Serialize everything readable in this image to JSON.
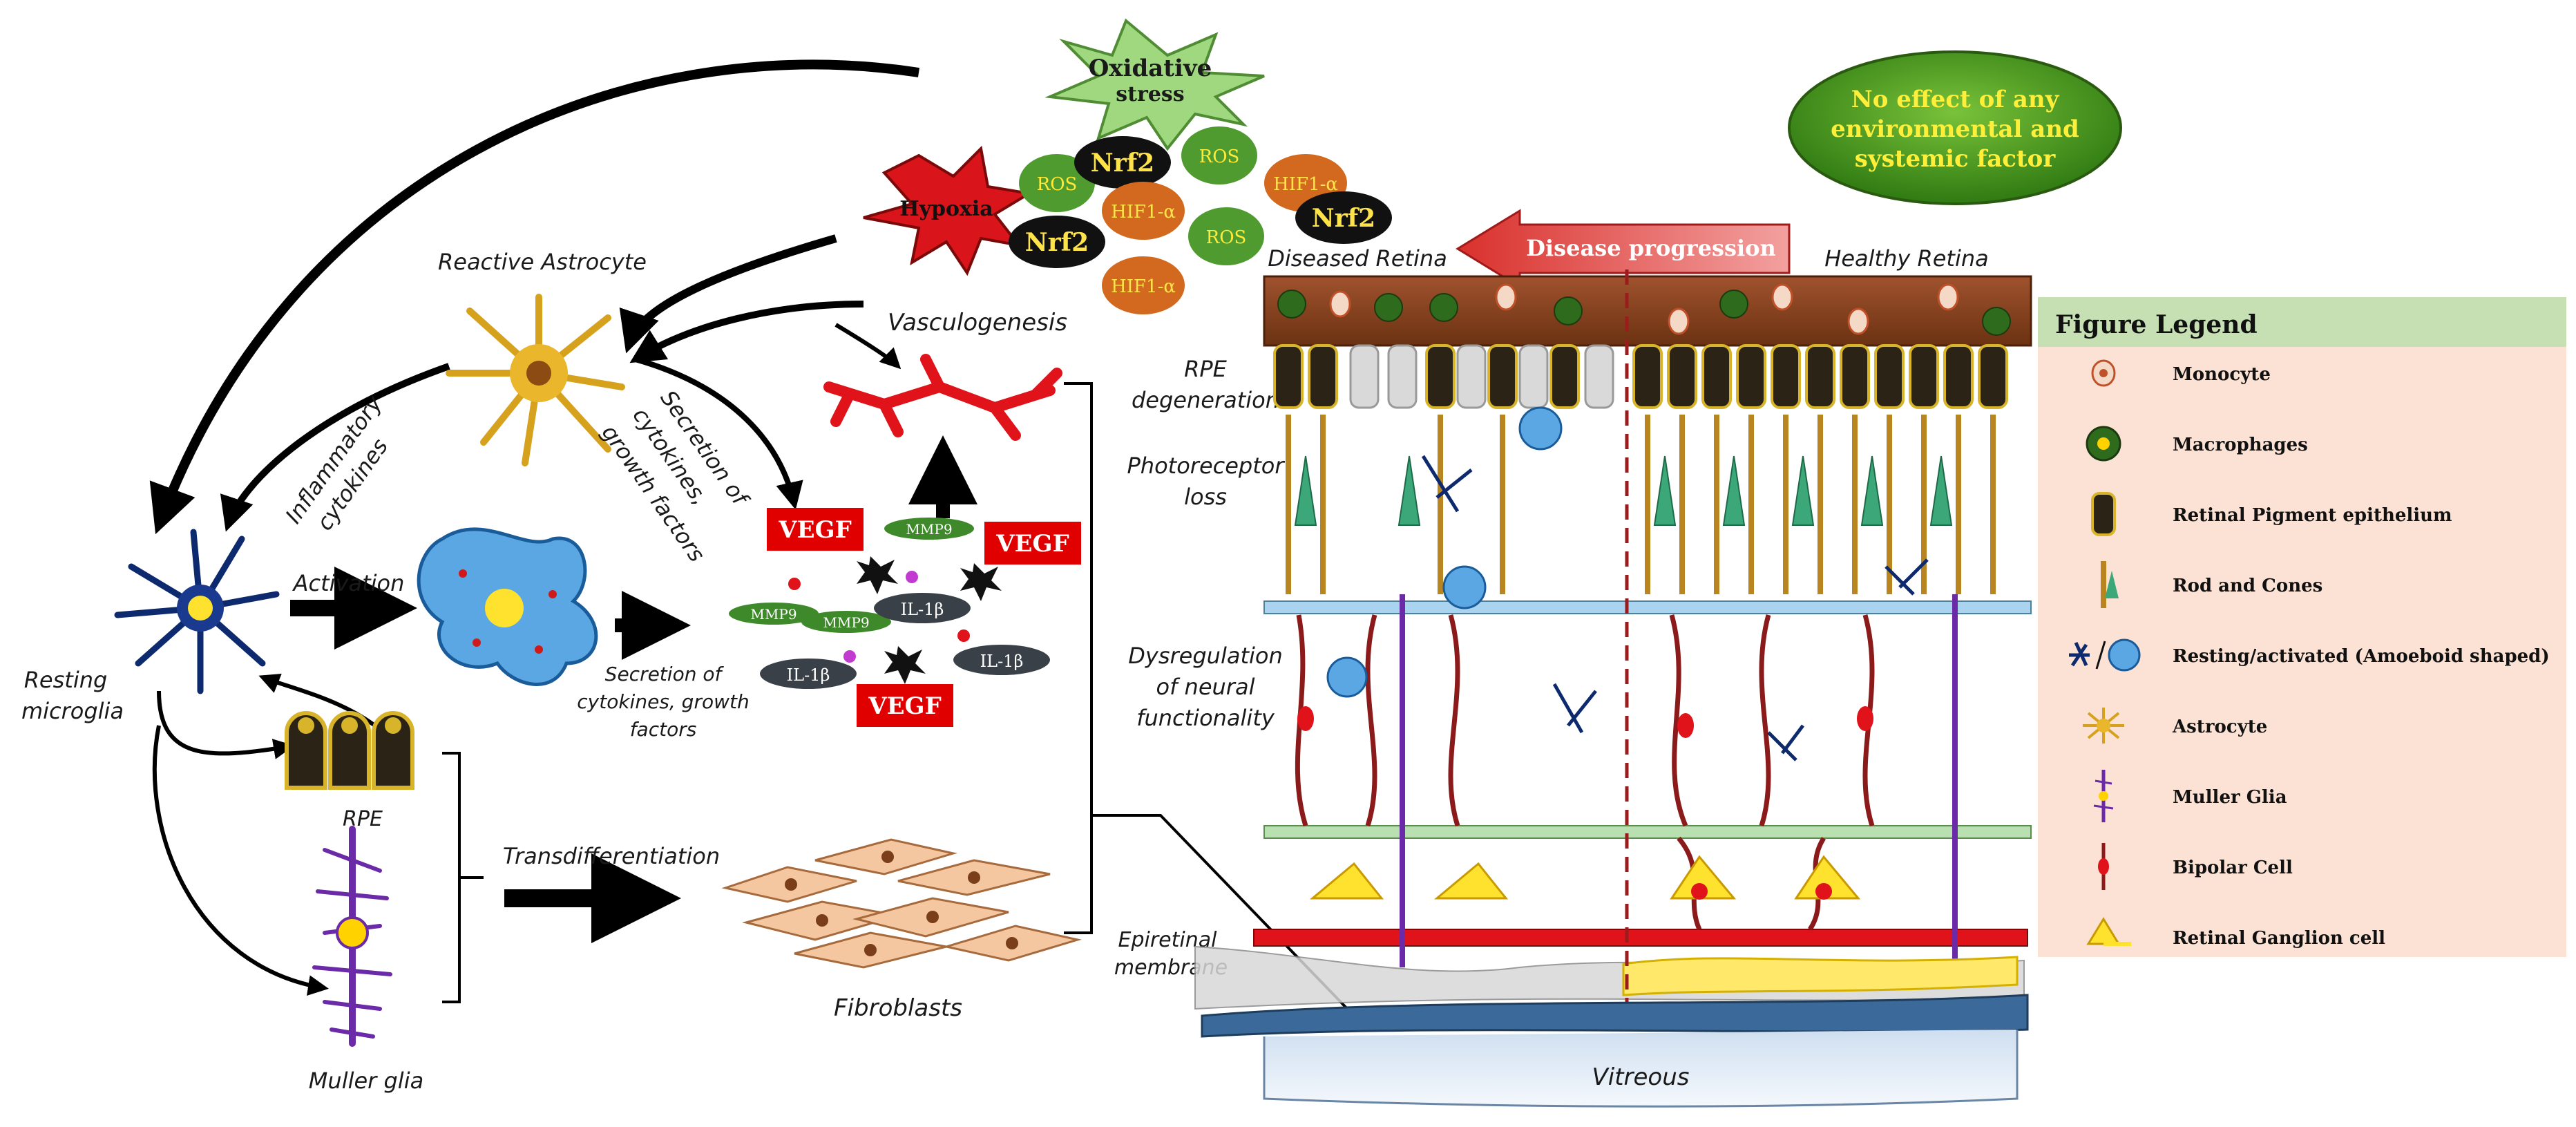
{
  "labels": {
    "oxidative_line1": "Oxidative",
    "oxidative_line2": "stress",
    "hypoxia": "Hypoxia",
    "ros": "ROS",
    "nrf2": "Nrf2",
    "hif1a": "HIF1-α",
    "no_effect_line1": "No effect of any",
    "no_effect_line2": "environmental and",
    "no_effect_line3": "systemic factor",
    "reactive_astrocyte": "Reactive Astrocyte",
    "vasculogenesis": "Vasculogenesis",
    "inflammatory_line1": "Inflammatory",
    "inflammatory_line2": "cytokines",
    "secretion_right_line1": "Secretion of",
    "secretion_right_line2": "cytokines,",
    "secretion_right_line3": "growth factors",
    "vegf": "VEGF",
    "mmp9": "MMP9",
    "il1b": "IL-1β",
    "activation": "Activation",
    "secretion_bottom_line1": "Secretion of",
    "secretion_bottom_line2": "cytokines, growth",
    "secretion_bottom_line3": "factors",
    "resting_line1": "Resting",
    "resting_line2": "microglia",
    "rpe": "RPE",
    "transdifferentiation": "Transdifferentiation",
    "fibroblasts": "Fibroblasts",
    "muller_glia": "Muller glia",
    "rpe_deg_line1": "RPE",
    "rpe_deg_line2": "degeneration",
    "photo_line1": "Photoreceptor",
    "photo_line2": "loss",
    "dysreg_line1": "Dysregulation",
    "dysreg_line2": "of neural",
    "dysreg_line3": "functionality",
    "epi_line1": "Epiretinal",
    "epi_line2": "membrane",
    "disease_progression": "Disease progression",
    "diseased_retina": "Diseased Retina",
    "healthy_retina": "Healthy Retina",
    "vitreous": "Vitreous"
  },
  "legend": {
    "title": "Figure Legend",
    "items": [
      {
        "label": "Monocyte",
        "icon": "monocyte-icon"
      },
      {
        "label": "Macrophages",
        "icon": "macrophage-icon"
      },
      {
        "label": "Retinal Pigment epithelium",
        "icon": "rpe-cell-icon"
      },
      {
        "label": "Rod and Cones",
        "icon": "rod-cone-icon"
      },
      {
        "label": "Resting/activated (Amoeboid shaped)",
        "icon": "microglia-icon"
      },
      {
        "label": "Astrocyte",
        "icon": "astrocyte-icon"
      },
      {
        "label": "Muller Glia",
        "icon": "muller-glia-icon"
      },
      {
        "label": "Bipolar Cell",
        "icon": "bipolar-cell-icon"
      },
      {
        "label": "Retinal Ganglion cell",
        "icon": "ganglion-cell-icon"
      }
    ]
  },
  "colors": {
    "vegf": "#e00000",
    "legend_bg": "#fbe2d5",
    "legend_header": "#c6e0b4",
    "no_effect_fill": "#4a9a1f",
    "no_effect_text": "#ffef3a",
    "progression_arrow": "#d9302c",
    "rpe_band": "#8b4513",
    "dashed_divider": "#9b1c1c"
  }
}
